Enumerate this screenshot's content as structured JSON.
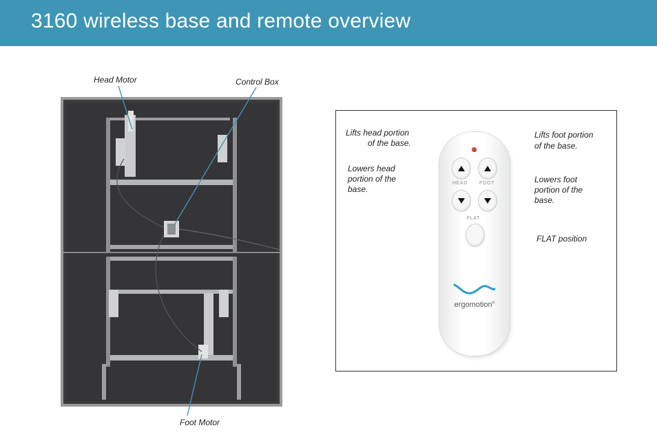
{
  "header": {
    "title": "3160 wireless base and remote overview"
  },
  "colors": {
    "header_bg": "#3e95b5",
    "header_text": "#ffffff",
    "logo": "#2e9ec4"
  },
  "base_labels": {
    "head_motor": "Head Motor",
    "control_box": "Control Box",
    "foot_motor": "Foot Motor"
  },
  "remote_labels": {
    "lifts_head_1": "Lifts head portion",
    "lifts_head_2": "of the base.",
    "lowers_head_1": "Lowers head",
    "lowers_head_2": "portion of the",
    "lowers_head_3": "base.",
    "lifts_foot_1": "Lifts foot portion",
    "lifts_foot_2": "of the base.",
    "lowers_foot_1": "Lowers foot",
    "lowers_foot_2": "portion of the",
    "lowers_foot_3": "base.",
    "flat_position": "FLAT position"
  },
  "remote": {
    "head_label": "HEAD",
    "foot_label": "FOOT",
    "flat_label": "FLAT",
    "brand": "ergomotion",
    "brand_mark": "®"
  },
  "icons": [
    "up-arrow-icon",
    "down-arrow-icon",
    "led-indicator",
    "ergomotion-logo"
  ]
}
